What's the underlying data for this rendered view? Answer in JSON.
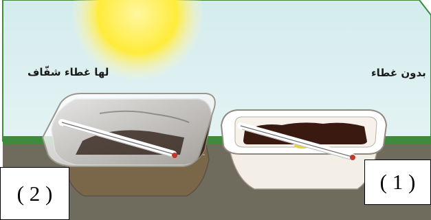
{
  "captions": {
    "covered": "لها غطاء شفّاف",
    "uncovered": "بدون غطاء"
  },
  "labels": {
    "left_box": "( 2 )",
    "right_box": "( 1 )"
  },
  "colors": {
    "sky": "#d7eef0",
    "sun": "#ffef4a",
    "grass": "#3f8a3c",
    "ground": "#6e6a5c",
    "soil": "#3a1a10",
    "thermometer_bulb": "#c0392b"
  }
}
